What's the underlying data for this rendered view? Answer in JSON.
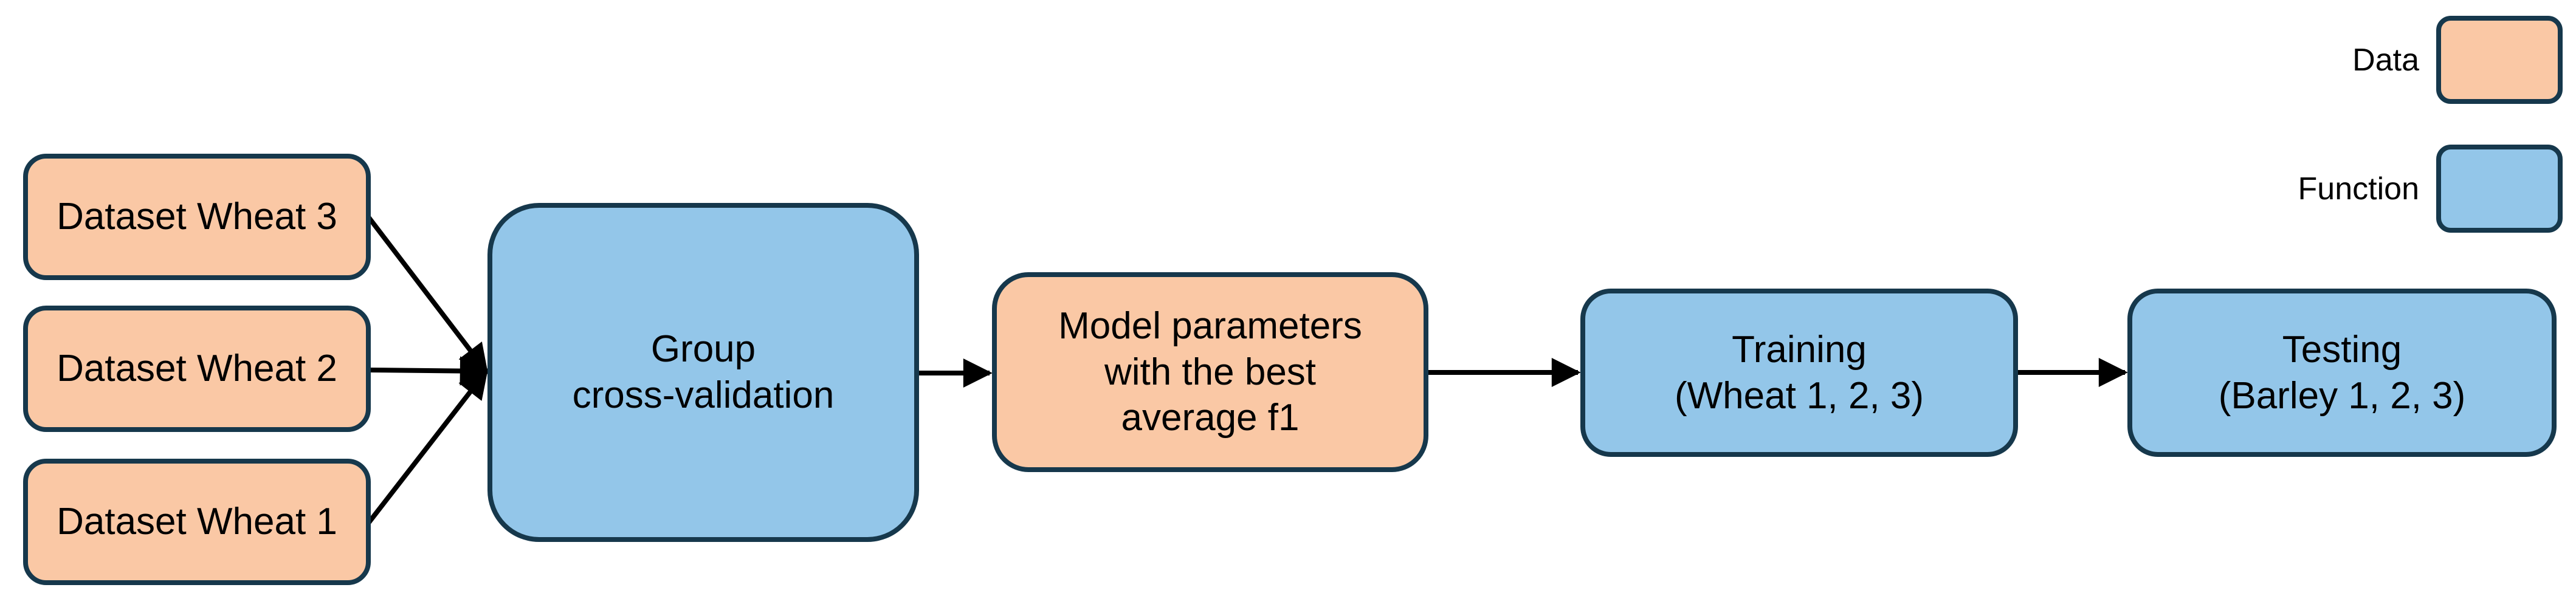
{
  "diagram": {
    "background_color": "#FFFFFF",
    "colors": {
      "data_fill": "#FAC8A5",
      "function_fill": "#93C6E9",
      "node_border": "#16384C",
      "arrow": "#000000",
      "text": "#000000"
    },
    "nodes": {
      "dataset_wheat_3": {
        "label": "Dataset Wheat 3",
        "type": "Data"
      },
      "dataset_wheat_2": {
        "label": "Dataset Wheat 2",
        "type": "Data"
      },
      "dataset_wheat_1": {
        "label": "Dataset Wheat 1",
        "type": "Data"
      },
      "group_cross_validation": {
        "line1": "Group",
        "line2": "cross-validation",
        "type": "Function"
      },
      "model_parameters": {
        "line1": "Model parameters",
        "line2": "with the best",
        "line3": "average f1",
        "type": "Data"
      },
      "training": {
        "line1": "Training",
        "line2": "(Wheat 1, 2, 3)",
        "type": "Function"
      },
      "testing": {
        "line1": "Testing",
        "line2": "(Barley 1, 2, 3)",
        "type": "Function"
      }
    },
    "edges": [
      "Dataset Wheat 3 -> Group cross-validation",
      "Dataset Wheat 2 -> Group cross-validation",
      "Dataset Wheat 1 -> Group cross-validation",
      "Group cross-validation -> Model parameters with the best average f1",
      "Model parameters with the best average f1 -> Training (Wheat 1, 2, 3)",
      "Training (Wheat 1, 2, 3) -> Testing (Barley 1, 2, 3)"
    ],
    "legend": {
      "items": [
        {
          "label": "Data",
          "swatch": "data"
        },
        {
          "label": "Function",
          "swatch": "function"
        }
      ]
    }
  }
}
